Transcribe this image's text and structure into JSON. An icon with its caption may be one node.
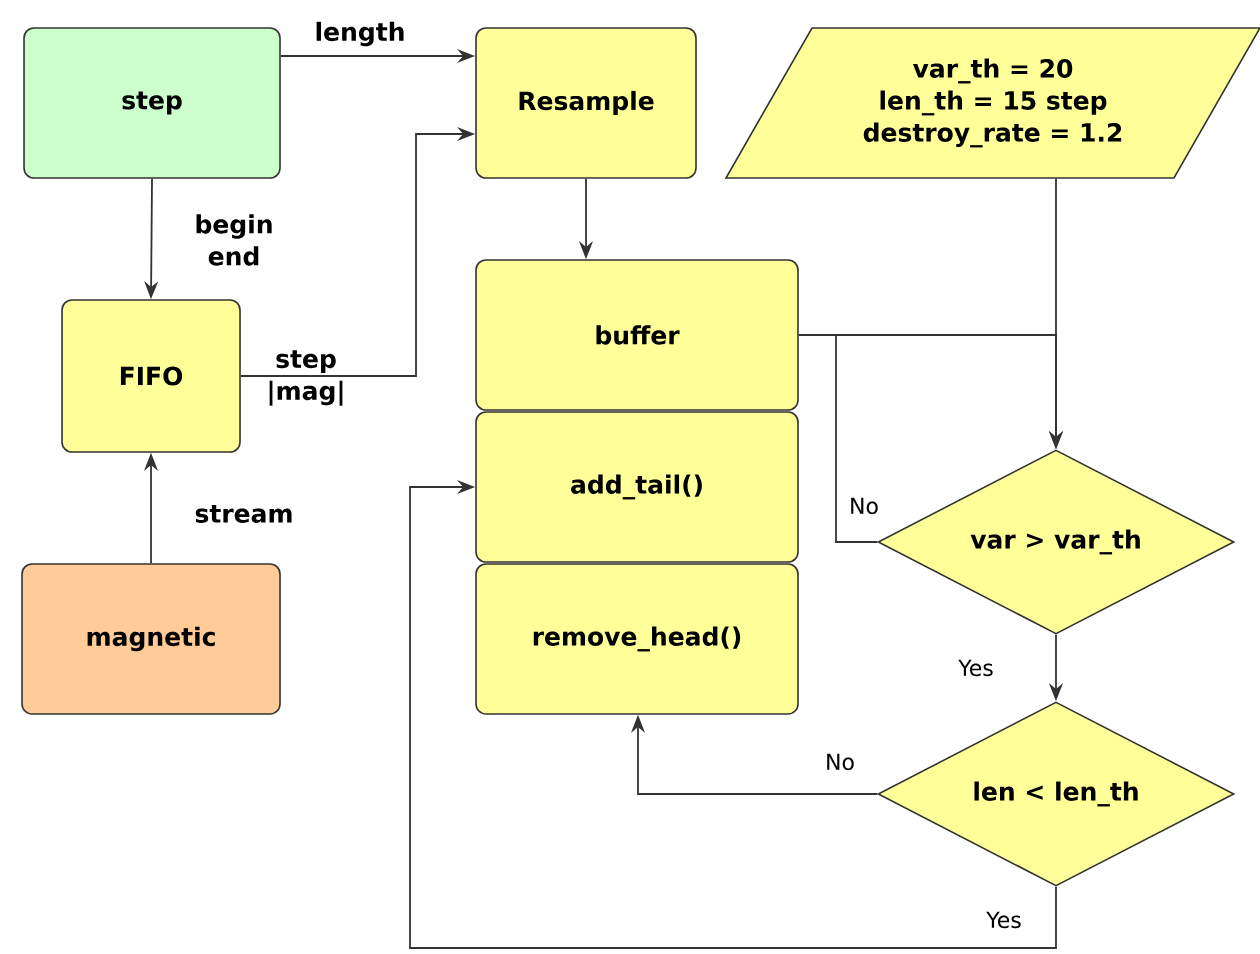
{
  "diagram": {
    "nodes": [
      {
        "text": [
          "step"
        ]
      },
      {
        "text": [
          "Resample"
        ]
      },
      {
        "text": [
          "var_th = 20",
          "len_th = 15 step",
          "destroy_rate = 1.2"
        ]
      },
      {
        "text": [
          "FIFO"
        ]
      },
      {
        "text": [
          "buffer"
        ]
      },
      {
        "text": [
          "add_tail()"
        ]
      },
      {
        "text": [
          "magnetic"
        ]
      },
      {
        "text": [
          "remove_head()"
        ]
      },
      {
        "text": [
          "var > var_th"
        ]
      },
      {
        "text": [
          "len < len_th"
        ]
      }
    ],
    "edges": [
      {
        "from": 0,
        "to": 1,
        "arrow": "to",
        "label": "length"
      },
      {
        "from": 0,
        "to": 3,
        "arrow": "to",
        "label": "begin end"
      },
      {
        "from": 3,
        "to": 1,
        "arrow": "to",
        "label": "step |mag|"
      },
      {
        "from": 6,
        "to": 3,
        "arrow": "to",
        "label": "stream"
      },
      {
        "from": 1,
        "to": 4,
        "arrow": "to"
      },
      {
        "from": 2,
        "to": 8,
        "arrow": "to"
      },
      {
        "from": 4,
        "to": 8,
        "arrow": "to"
      },
      {
        "from": 8,
        "to": 4,
        "arrow": "none",
        "label": "No"
      },
      {
        "from": 8,
        "to": 9,
        "arrow": "to",
        "label": "Yes"
      },
      {
        "from": 9,
        "to": 7,
        "arrow": "to",
        "label": "No"
      },
      {
        "from": 9,
        "to": 5,
        "arrow": "to",
        "label": "Yes"
      }
    ]
  }
}
